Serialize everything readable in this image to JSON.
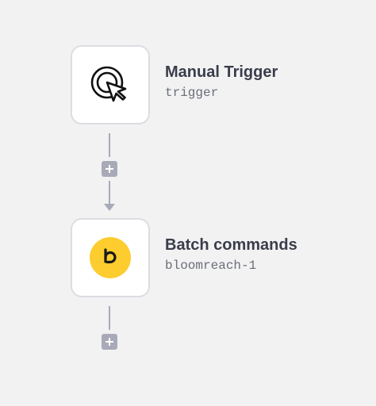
{
  "nodes": [
    {
      "title": "Manual Trigger",
      "subtitle": "trigger",
      "icon": "cursor-click-icon"
    },
    {
      "title": "Batch commands",
      "subtitle": "bloomreach-1",
      "icon": "bloomreach-logo-icon",
      "brand_color": "#fdcd2f"
    }
  ],
  "colors": {
    "background": "#f2f2f3",
    "node_border": "#dcdde1",
    "connector": "#a9aab8",
    "title_text": "#3a3d4a",
    "subtitle_text": "#6b6e78"
  }
}
